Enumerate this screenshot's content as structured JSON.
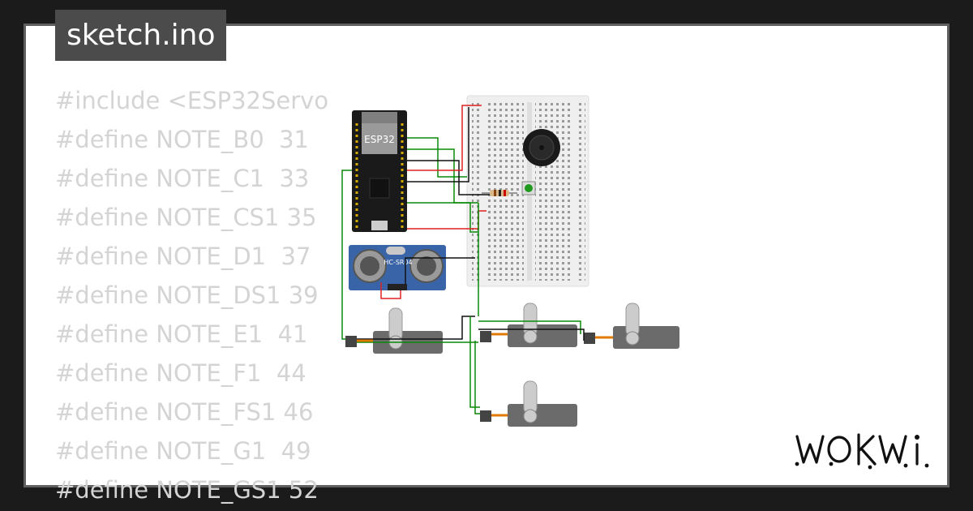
{
  "file_tab": {
    "label": "sketch.ino"
  },
  "code_lines": [
    "#include <ESP32Servo",
    "#define NOTE_B0  31",
    "#define NOTE_C1  33",
    "#define NOTE_CS1 35",
    "#define NOTE_D1  37",
    "#define NOTE_DS1 39",
    "#define NOTE_E1  41",
    "#define NOTE_F1  44",
    "#define NOTE_FS1 46",
    "#define NOTE_G1  49",
    "#define NOTE_GS1 52"
  ],
  "components": {
    "mcu_label": "ESP32",
    "sensor_label": "HC-SR04"
  },
  "brand": {
    "logo_text": "WOKWI"
  },
  "colors": {
    "background": "#1b1b1b",
    "card": "#ffffff",
    "tab": "#4b4b4b",
    "code_text": "#d4d4d4",
    "wire_green": "#0a8a0a",
    "wire_red": "#e02020",
    "wire_black": "#111111",
    "servo_body": "#6b6b6b",
    "sensor_board": "#3a64a8"
  }
}
